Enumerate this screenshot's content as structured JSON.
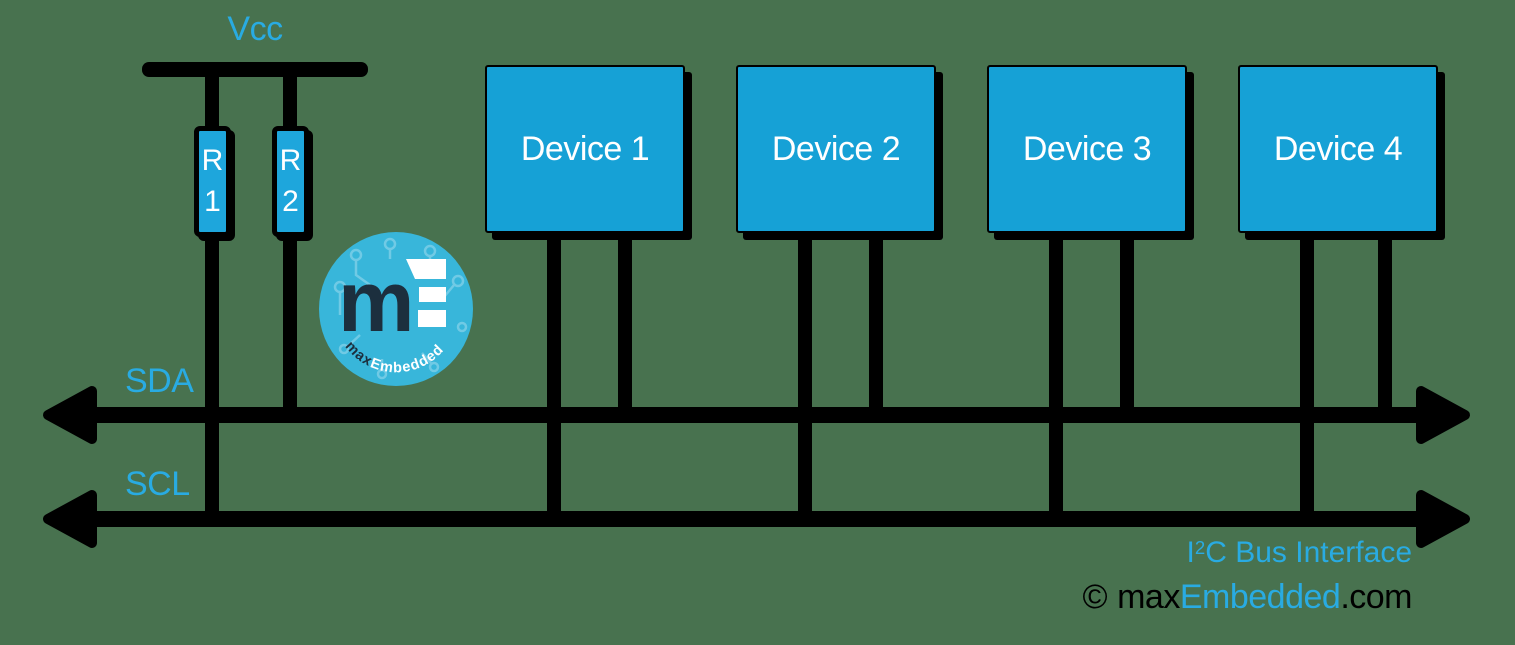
{
  "background_color": "#48724F",
  "colors": {
    "accent_blue": "#29ABE2",
    "device_fill": "#16A1D6",
    "resistor_fill": "#1EA6DC",
    "wire_black": "#000000",
    "logo_circle_blue": "#38B6DA",
    "logo_dark_navy": "#1C2F3E"
  },
  "labels": {
    "vcc": "Vcc",
    "sda": "SDA",
    "scl": "SCL"
  },
  "resistors": [
    {
      "line1": "R",
      "line2": "1"
    },
    {
      "line1": "R",
      "line2": "2"
    }
  ],
  "devices": [
    {
      "label": "Device 1"
    },
    {
      "label": "Device 2"
    },
    {
      "label": "Device 3"
    },
    {
      "label": "Device 4"
    }
  ],
  "bus": {
    "title_base1": "I",
    "title_sup": "2",
    "title_base2": "C Bus Interface"
  },
  "footer": {
    "copyright_symbol": "©",
    "brand_max": "max",
    "brand_embedded": "Embedded",
    "brand_com": ".com"
  },
  "logo": {
    "monogram": "m",
    "arc_max": "max",
    "arc_embedded": "Embedded"
  }
}
